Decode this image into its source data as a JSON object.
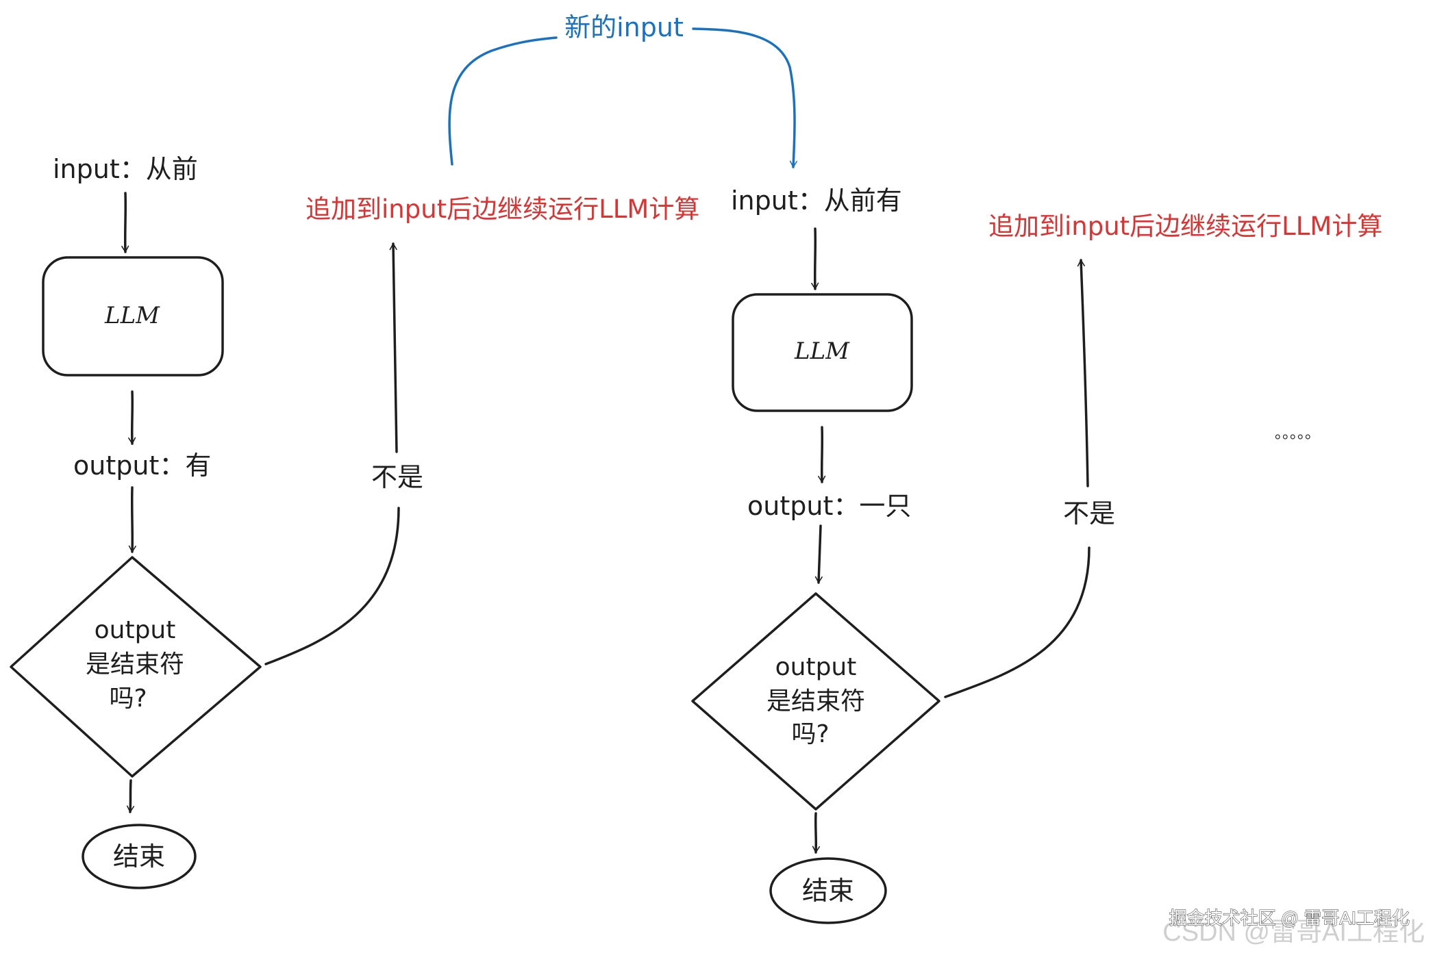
{
  "colors": {
    "stroke": "#1e1e1e",
    "red": "#e03131",
    "blue": "#1971c2",
    "background": "#ffffff"
  },
  "left_flow": {
    "input": "input：从前",
    "llm": "LLM",
    "output": "output：有",
    "decision": {
      "line1": "output",
      "line2": "是结束符",
      "line3": "吗?"
    },
    "end": "结束",
    "not": "不是",
    "append": "追加到input后边继续运行LLM计算"
  },
  "bridge": {
    "label": "新的input"
  },
  "right_flow": {
    "input": "input：从前有",
    "llm": "LLM",
    "output": "output：一只",
    "decision": {
      "line1": "output",
      "line2": "是结束符",
      "line3": "吗?"
    },
    "end": "结束",
    "not": "不是",
    "append": "追加到input后边继续运行LLM计算"
  },
  "ellipsis": "。。。。。",
  "watermark": {
    "juejin": "掘金技术社区 @ 雷哥AI工程化",
    "csdn": "CSDN @雷哥AI工程化"
  }
}
